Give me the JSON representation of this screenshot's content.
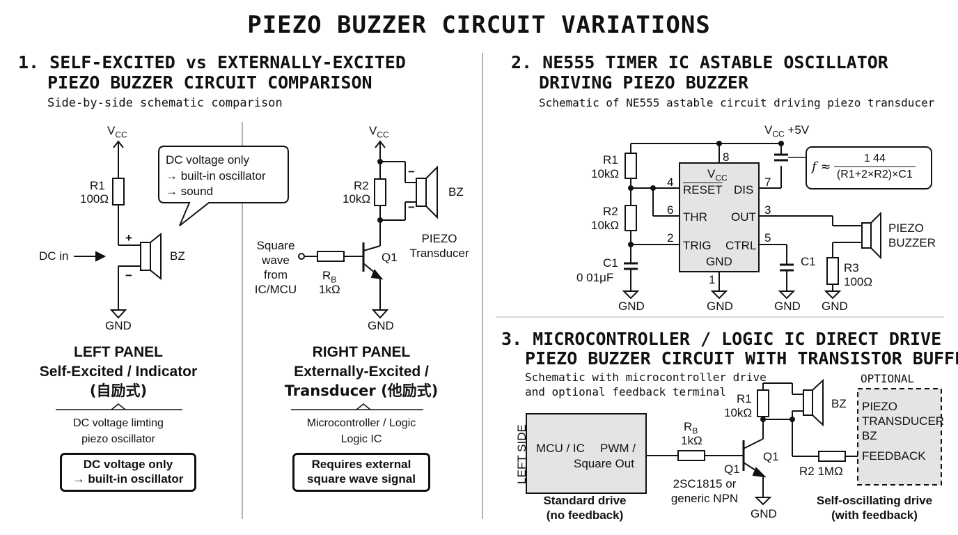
{
  "title": "PIEZO BUZZER CIRCUIT VARIATIONS",
  "section1": {
    "heading_line1": "1. SELF-EXCITED vs EXTERNALLY-EXCITED",
    "heading_line2": "PIEZO BUZZER CIRCUIT COMPARISON",
    "subtitle": "Side-by-side schematic comparison",
    "left": {
      "vcc": "V",
      "vcc_sub": "CC",
      "r1_name": "R1",
      "r1_value": "100Ω",
      "plus": "+",
      "minus": "−",
      "dc_in": "DC in",
      "bz": "BZ",
      "gnd": "GND",
      "callout_line1": "DC voltage only",
      "callout_line2": "→ built-in oscillator",
      "callout_line3": "→ sound",
      "panel_title": "LEFT PANEL",
      "panel_line2": "Self-Excited / Indicator",
      "panel_line3": "(自励式)",
      "desc_line1": "DC voltage limting",
      "desc_line2": "piezo oscillator",
      "box_line1": "DC voltage only",
      "box_line2": "→ built-in oscillator"
    },
    "right": {
      "vcc": "V",
      "vcc_sub": "CC",
      "r2_name": "R2",
      "r2_value": "10kΩ",
      "bz": "BZ",
      "minus_top": "−",
      "minus_bottom": "−",
      "piezo_line1": "PIEZO",
      "piezo_line2": "Transducer",
      "input_line1": "Square",
      "input_line2": "wave",
      "input_line3": "from",
      "input_line4": "IC/MCU",
      "rb_name": "R",
      "rb_sub": "B",
      "rb_value": "1kΩ",
      "q1": "Q1",
      "gnd": "GND",
      "panel_title": "RIGHT PANEL",
      "panel_line2": "Externally-Excited /",
      "panel_line3": "Transducer (他励式)",
      "desc_line1": "Microcontroller / Logic",
      "desc_line2": "Logic IC",
      "box_line1": "Requires external",
      "box_line2": "square wave signal"
    }
  },
  "section2": {
    "heading_line1": "2. NE555 TIMER IC ASTABLE OSCILLATOR",
    "heading_line2": "DRIVING PIEZO BUZZER",
    "subtitle": "Schematic of NE555 astable circuit driving piezo transducer",
    "vcc": "V",
    "vcc_sub": "CC",
    "vcc_value": "+5V",
    "r1_name": "R1",
    "r1_value": "10kΩ",
    "r2_name": "R2",
    "r2_value": "10kΩ",
    "c1_name": "C1",
    "c1_value": "0 01μF",
    "c1_right": "C1",
    "ic_vcc": "V",
    "ic_vcc_sub": "CC",
    "pin_reset": "RESET",
    "pin_dis": "DIS",
    "pin_thr": "THR",
    "pin_out": "OUT",
    "pin_trig": "TRIG",
    "pin_ctrl": "CTRL",
    "pin_gnd": "GND",
    "pin_num_8": "8",
    "pin_num_4": "4",
    "pin_num_7": "7",
    "pin_num_6": "6",
    "pin_num_3": "3",
    "pin_num_2": "2",
    "pin_num_5": "5",
    "pin_num_1": "1",
    "piezo_line1": "PIEZO",
    "piezo_line2": "BUZZER",
    "r3_name": "R3",
    "r3_value": "100Ω",
    "gnd": "GND",
    "formula_lhs": "f ≈",
    "formula_num": "1 44",
    "formula_den": "(R1+2×R2)×C1"
  },
  "section3": {
    "heading_line1": "3. MICROCONTROLLER / LOGIC IC DIRECT DRIVE",
    "heading_line2": "PIEZO BUZZER CIRCUIT WITH TRANSISTOR BUFFER",
    "subtitle_line1": "Schematic with microcontroller drive",
    "subtitle_line2": "and optional feedback terminal",
    "side_label": "LEFT SIDE",
    "mcu_label": "MCU / IC",
    "pwm_line1": "PWM /",
    "pwm_line2": "Square Out",
    "rb_name": "R",
    "rb_sub": "B",
    "rb_value": "1kΩ",
    "q1_left": "Q1",
    "q1_right": "Q1",
    "transistor_line1": "2SC1815 or",
    "transistor_line2": "generic NPN",
    "gnd": "GND",
    "r1_name": "R1",
    "r1_value": "10kΩ",
    "bz": "BZ",
    "optional": "OPTIONAL",
    "opt_line1": "PIEZO",
    "opt_line2": "TRANSDUCER",
    "opt_line3": "BZ",
    "opt_line4": "FEEDBACK",
    "r2_label": "R2 1MΩ",
    "std_line1": "Standard drive",
    "std_line2": "(no feedback)",
    "self_line1": "Self-oscillating drive",
    "self_line2": "(with feedback)"
  }
}
